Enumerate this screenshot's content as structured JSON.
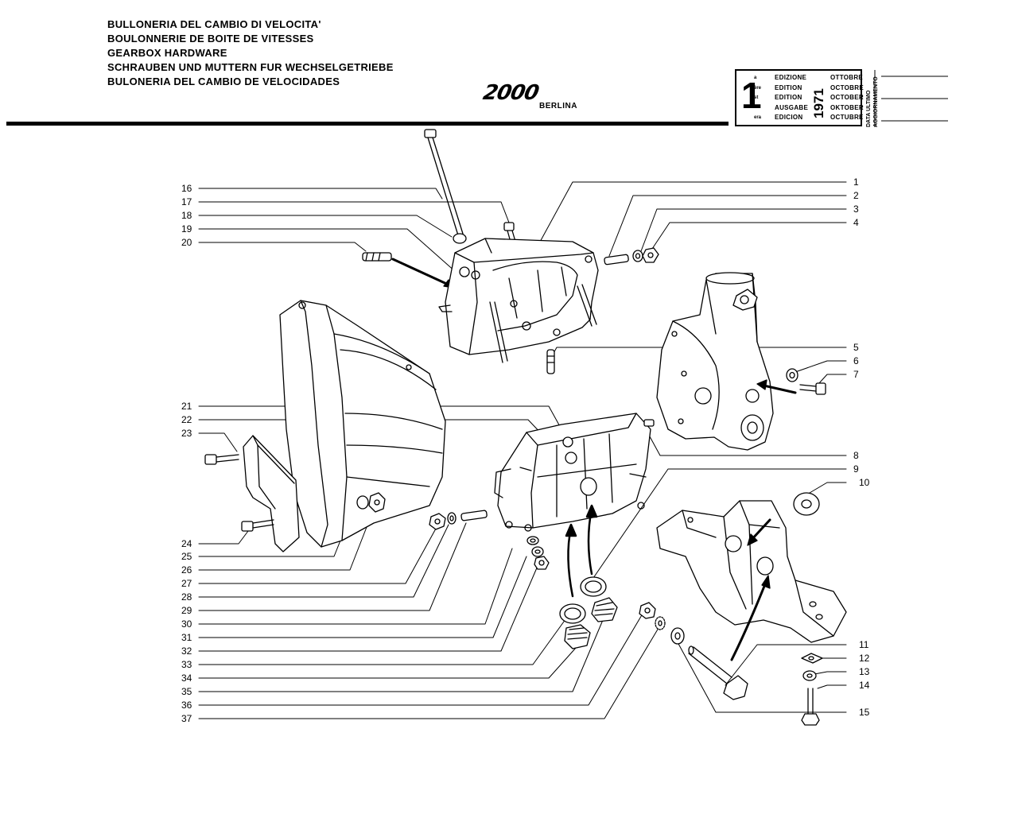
{
  "header": {
    "titles": [
      "BULLONERIA DEL CAMBIO DI VELOCITA'",
      "BOULONNERIE DE BOITE DE VITESSES",
      "GEARBOX HARDWARE",
      "SCHRAUBEN UND MUTTERN FUR WECHSELGETRIEBE",
      "BULONERIA DEL CAMBIO DE VELOCIDADES"
    ],
    "model": "2000",
    "model_sub": "BERLINA"
  },
  "edition_box": {
    "number": "1",
    "superscripts": [
      "a",
      "ère",
      "st",
      "",
      "era"
    ],
    "labels": [
      "EDIZIONE",
      "EDITION",
      "EDITION",
      "AUSGABE",
      "EDICION"
    ],
    "year": "1971",
    "months": [
      "OTTOBRE",
      "OCTOBRE",
      "OCTOBER",
      "OKTOBER",
      "OCTUBRE"
    ],
    "side_label": "DATA ULTIMO AGGIORNAMENTO"
  },
  "callouts": {
    "left": [
      "16",
      "17",
      "18",
      "19",
      "20",
      "21",
      "22",
      "23",
      "24",
      "25",
      "26",
      "27",
      "28",
      "29",
      "30",
      "31",
      "32",
      "33",
      "34",
      "35",
      "36",
      "37"
    ],
    "right": [
      "1",
      "2",
      "3",
      "4",
      "5",
      "6",
      "7",
      "8",
      "9",
      "10",
      "11",
      "12",
      "13",
      "14",
      "15"
    ]
  }
}
